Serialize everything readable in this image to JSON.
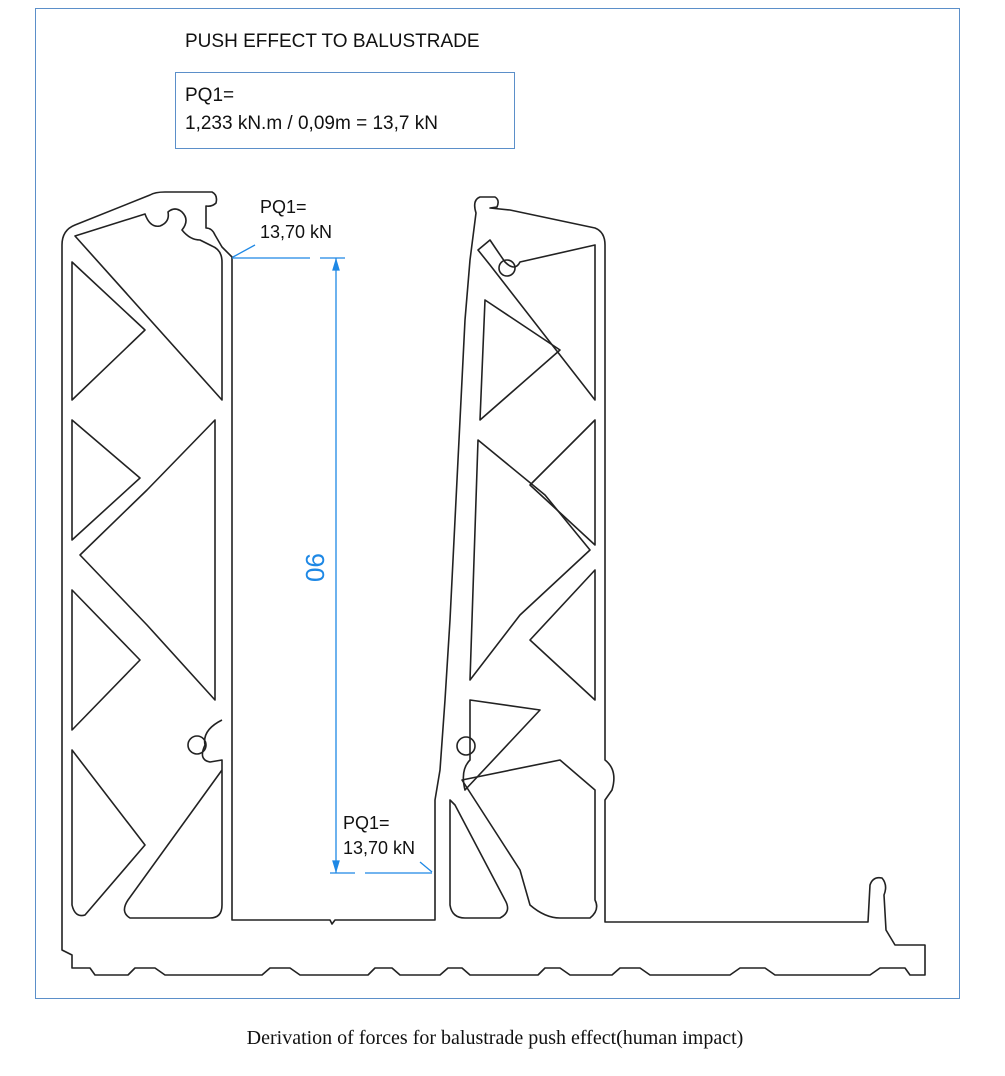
{
  "title": "PUSH EFFECT TO BALUSTRADE",
  "formula": {
    "line1": "PQ1=",
    "line2": "1,233 kN.m / 0,09m = 13,7 kN"
  },
  "top_force": {
    "line1": "PQ1=",
    "line2": "13,70 kN"
  },
  "bottom_force": {
    "line1": "PQ1=",
    "line2": "13,70 kN"
  },
  "dimension": "90",
  "caption": "Derivation of forces for balustrade push effect(human impact)",
  "colors": {
    "dimension": "#1e88e5",
    "frame": "#5b8fc9",
    "profile": "#222222"
  }
}
